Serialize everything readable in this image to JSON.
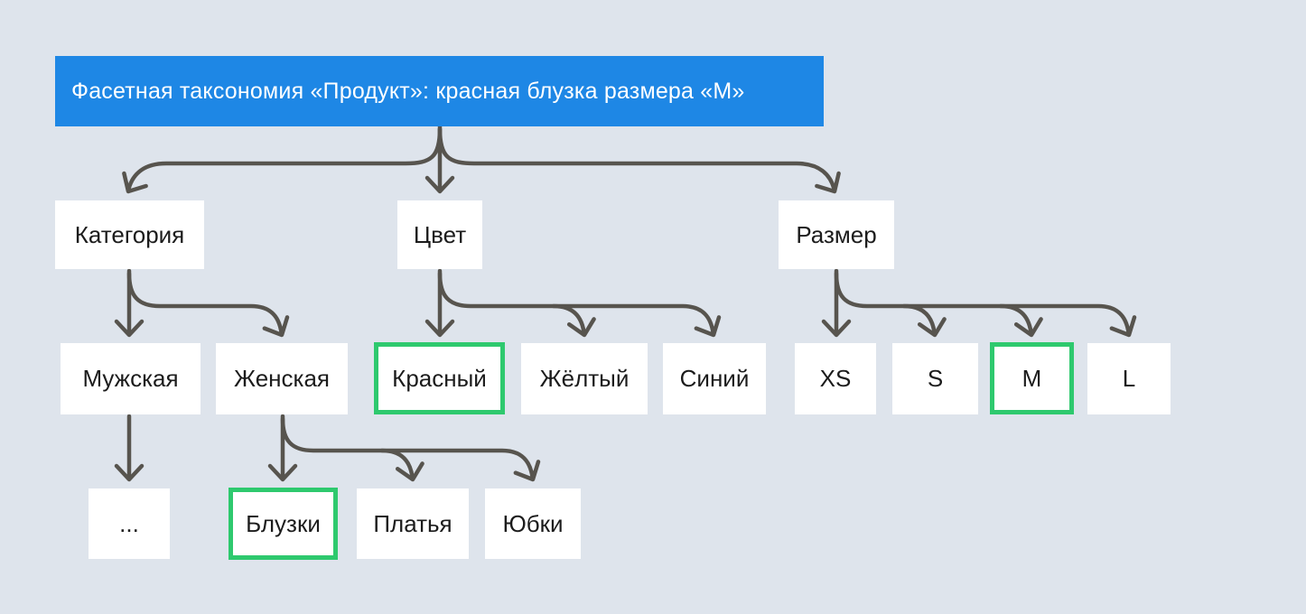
{
  "title": "Фасетная таксономия «Продукт»: красная блузка размера «М»",
  "colors": {
    "bg": "#dee4ec",
    "header_bg": "#1e87e5",
    "header_text": "#ffffff",
    "node_bg": "#ffffff",
    "node_text": "#1c1c1c",
    "arrow": "#57544e",
    "highlight": "#2ec96e"
  },
  "facets": [
    {
      "label": "Категория",
      "children": [
        {
          "label": "Мужская",
          "selected": false,
          "children": [
            {
              "label": "...",
              "selected": false
            }
          ]
        },
        {
          "label": "Женская",
          "selected": false,
          "children": [
            {
              "label": "Блузки",
              "selected": true
            },
            {
              "label": "Платья",
              "selected": false
            },
            {
              "label": "Юбки",
              "selected": false
            }
          ]
        }
      ]
    },
    {
      "label": "Цвет",
      "children": [
        {
          "label": "Красный",
          "selected": true
        },
        {
          "label": "Жёлтый",
          "selected": false
        },
        {
          "label": "Синий",
          "selected": false
        }
      ]
    },
    {
      "label": "Размер",
      "children": [
        {
          "label": "XS",
          "selected": false
        },
        {
          "label": "S",
          "selected": false
        },
        {
          "label": "M",
          "selected": true
        },
        {
          "label": "L",
          "selected": false
        }
      ]
    }
  ]
}
